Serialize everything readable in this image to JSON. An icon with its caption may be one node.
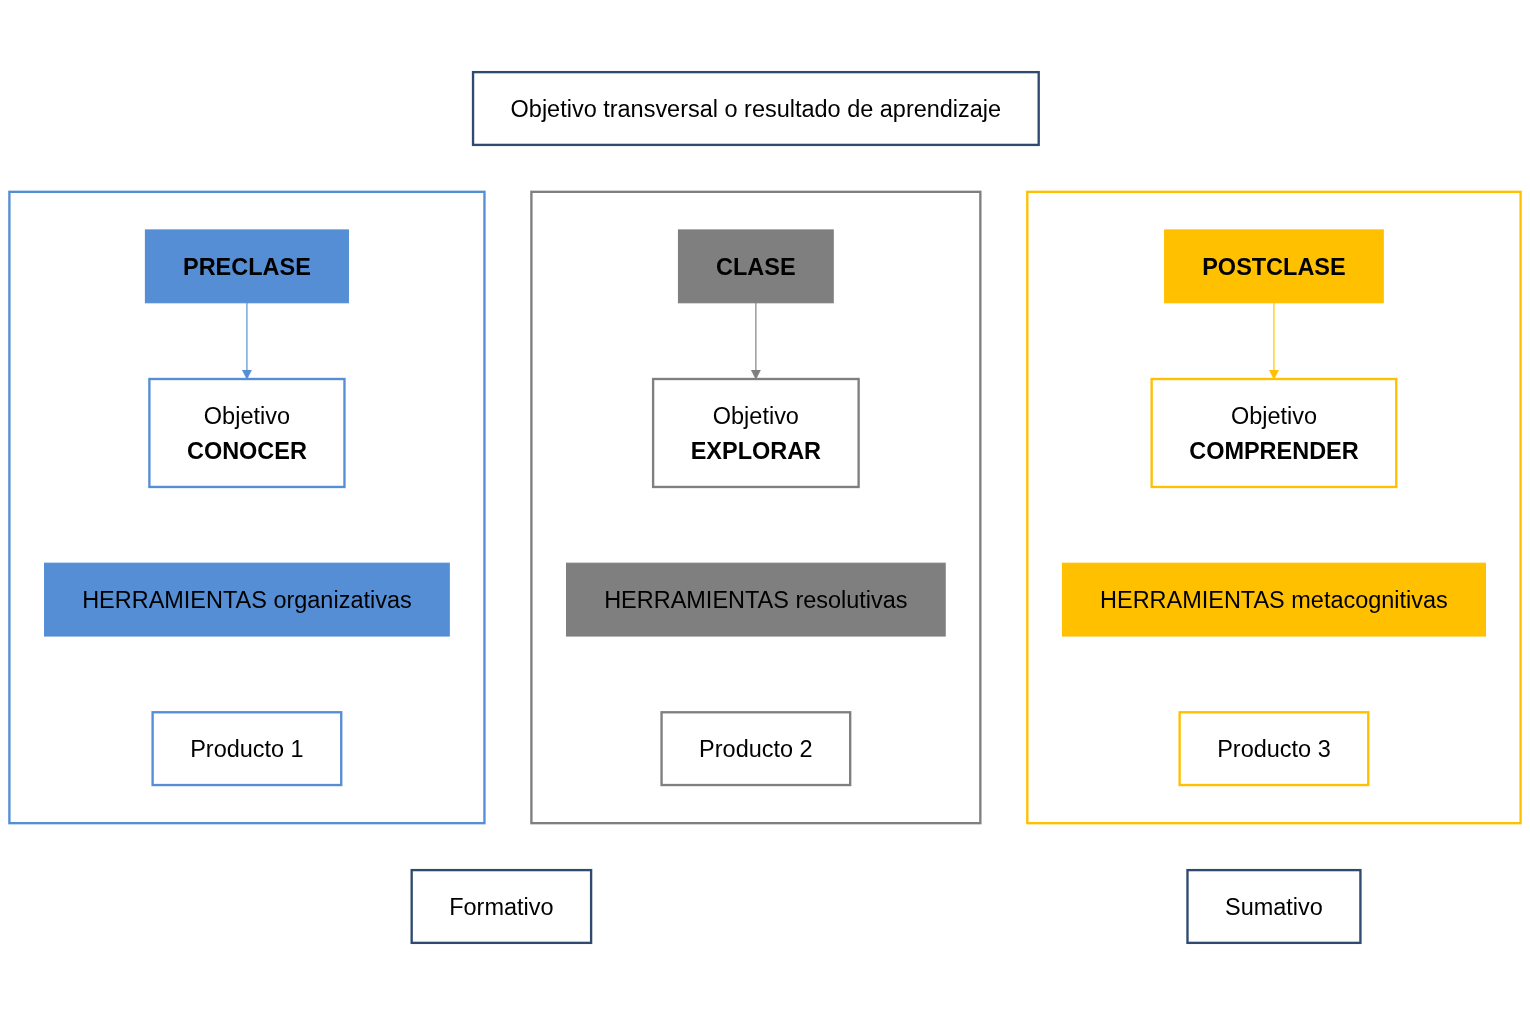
{
  "diagram": {
    "nodes": [
      {
        "text": [
          "Objetivo transversal o resultado de aprendizaje"
        ]
      },
      {
        "text": [],
        "shape": "box"
      },
      {
        "text": [
          "PRECLASE"
        ],
        "in": 1
      },
      {
        "text": [
          "Objetivo",
          "CONOCER"
        ],
        "in": 1
      },
      {
        "text": [
          "HERRAMIENTAS organizativas"
        ],
        "in": 1
      },
      {
        "text": [
          "Producto 1"
        ],
        "in": 1
      },
      {
        "text": [],
        "shape": "box"
      },
      {
        "text": [
          "CLASE"
        ],
        "in": 6
      },
      {
        "text": [
          "Objetivo",
          "EXPLORAR"
        ],
        "in": 6
      },
      {
        "text": [
          "HERRAMIENTAS resolutivas"
        ],
        "in": 6
      },
      {
        "text": [
          "Producto 2"
        ],
        "in": 6
      },
      {
        "text": [],
        "shape": "box"
      },
      {
        "text": [
          "POSTCLASE"
        ],
        "in": 11
      },
      {
        "text": [
          "Objetivo",
          "COMPRENDER"
        ],
        "in": 11
      },
      {
        "text": [
          "HERRAMIENTAS metacognitivas"
        ],
        "in": 11
      },
      {
        "text": [
          "Producto 3"
        ],
        "in": 11
      },
      {
        "text": [
          "Formativo"
        ]
      },
      {
        "text": [
          "Sumativo"
        ]
      }
    ],
    "edges": [
      {
        "from": 2,
        "to": 3,
        "arrow": "to",
        "color": "#558ed5"
      },
      {
        "from": 7,
        "to": 8,
        "arrow": "to",
        "color": "#7f7f7f"
      },
      {
        "from": 12,
        "to": 13,
        "arrow": "to",
        "color": "#ffc000"
      }
    ]
  }
}
